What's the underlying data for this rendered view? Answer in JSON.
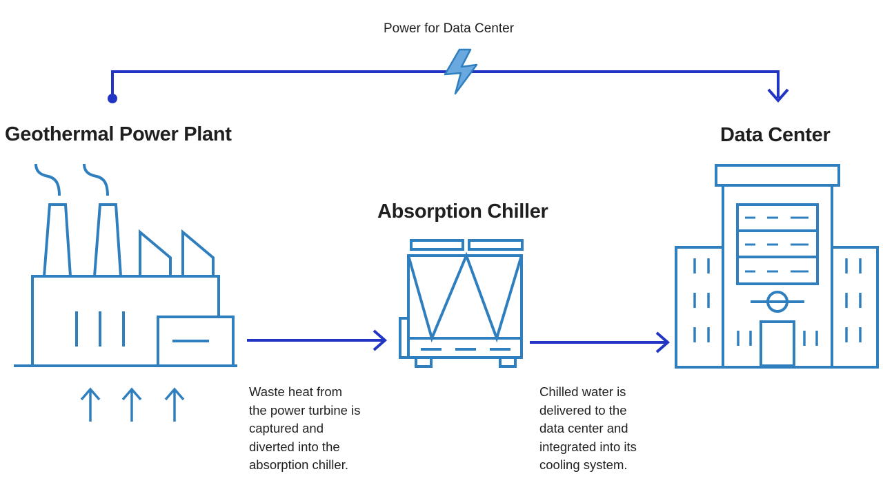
{
  "power_link": {
    "label": "Power for Data Center"
  },
  "nodes": {
    "geothermal": {
      "title": "Geothermal Power Plant"
    },
    "chiller": {
      "title": "Absorption Chiller"
    },
    "datacenter": {
      "title": "Data Center"
    }
  },
  "steps": {
    "waste_heat": {
      "text": "Waste heat from\nthe power turbine is\ncaptured and\ndiverted into the\nabsorption chiller."
    },
    "chilled_water": {
      "text": "Chilled water is\ndelivered to the\ndata center and\nintegrated into its\ncooling system."
    }
  },
  "colors": {
    "icon_stroke": "#2f7fbf",
    "flow_arrow": "#2234c4",
    "bolt_fill": "#6aa9e0",
    "text": "#1f1f1f"
  }
}
